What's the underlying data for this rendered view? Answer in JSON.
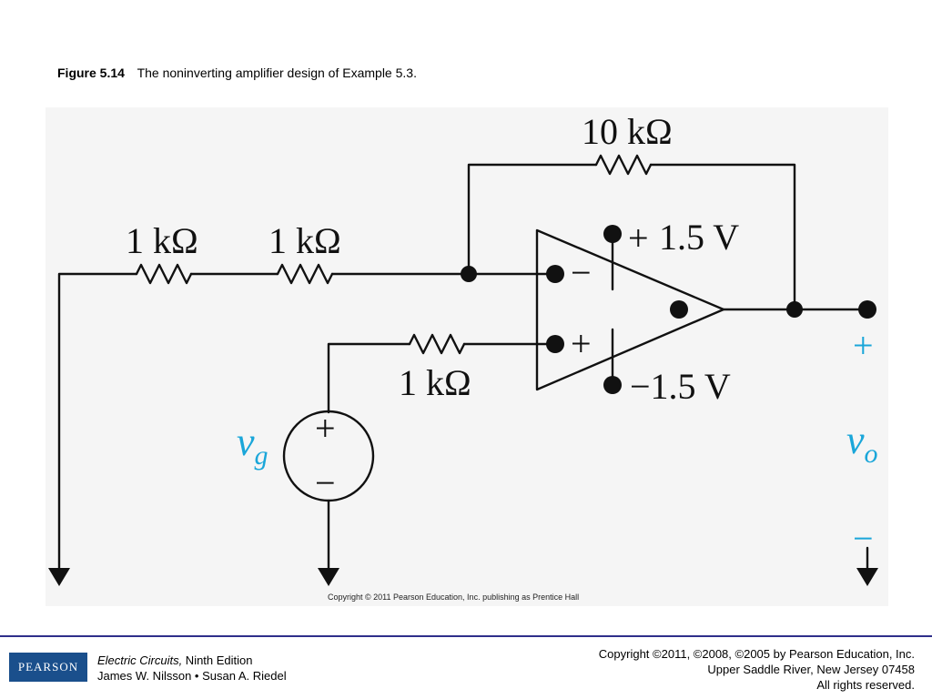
{
  "caption": {
    "figure_label": "Figure 5.14",
    "text": "The noninverting amplifier design of Example 5.3."
  },
  "circuit": {
    "feedback_resistor": "10 kΩ",
    "input_resistor_1": "1 kΩ",
    "input_resistor_2": "1 kΩ",
    "noninverting_resistor": "1 kΩ",
    "pos_supply": "1.5 V",
    "pos_supply_sign": "+",
    "neg_supply": "−1.5 V",
    "inverting_sign": "−",
    "noninverting_sign": "+",
    "source_plus": "+",
    "source_minus": "−",
    "source_label_main": "v",
    "source_label_sub": "g",
    "output_label_main": "v",
    "output_label_sub": "o",
    "output_plus": "+",
    "output_minus": "−",
    "accent_color": "#1aa6d9"
  },
  "figure_copyright": "Copyright © 2011 Pearson Education, Inc. publishing as Prentice Hall",
  "footer": {
    "logo_text": "PEARSON",
    "book_title": "Electric Circuits,",
    "edition": " Ninth Edition",
    "authors": "James W. Nilsson • Susan A. Riedel",
    "copyright_line1": "Copyright ©2011, ©2008, ©2005 by Pearson Education, Inc.",
    "copyright_line2": "Upper Saddle River, New Jersey 07458",
    "copyright_line3": "All rights reserved."
  }
}
